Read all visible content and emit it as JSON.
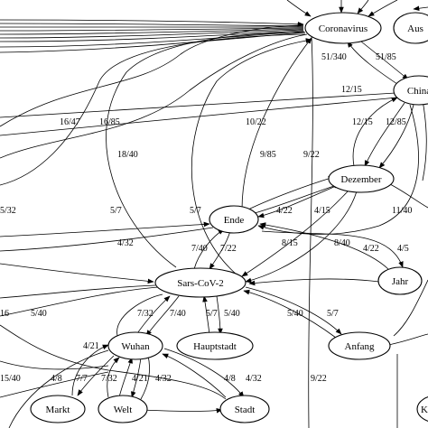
{
  "diagram": {
    "type": "directed-graph",
    "nodes": {
      "coronavirus": "Coronavirus",
      "aus": "Aus",
      "china": "China",
      "dezember": "Dezember",
      "ende": "Ende",
      "sars": "Sars-CoV-2",
      "jahr": "Jahr",
      "wuhan": "Wuhan",
      "hauptstadt": "Hauptstadt",
      "anfang": "Anfang",
      "markt": "Markt",
      "welt": "Welt",
      "stadt": "Stadt",
      "k_partial": "K"
    },
    "edge_labels": {
      "china_coronavirus": "51/340",
      "coronavirus_china": "51/85",
      "dezember_china": "12/15",
      "china_dezember_a": "12/15",
      "china_dezember_b": "12/85",
      "left_16_47": "16/47",
      "left_16_85": "16/85",
      "ende_coronavirus": "10/22",
      "left_18_40": "18/40",
      "ende_dezember_a": "9/85",
      "ende_dezember_b": "9/22",
      "left_5_32": "5/32",
      "china_ende": "11/40",
      "sars_coronavirus": "5/7",
      "ende_china": "5/7",
      "ende_dezember_c": "4/22",
      "dezember_ende": "4/15",
      "left_4_32": "4/32",
      "dezember_sars_a": "8/15",
      "dezember_sars_b": "8/40",
      "sars_ende_a": "7/40",
      "sars_ende_b": "7/22",
      "jahr_ende": "4/22",
      "ende_jahr": "4/5",
      "left_16": "16",
      "left_5_40": "5/40",
      "wuhan_sars": "7/32",
      "sars_wuhan": "7/40",
      "hauptstadt_sars_a": "5/7",
      "hauptstadt_sars_b": "5/40",
      "anfang_sars_a": "5/40",
      "anfang_sars_b": "5/7",
      "markt_wuhan": "4/21",
      "left_15_40": "15/40",
      "wuhan_markt": "4/8",
      "welt_wuhan_a": "7/7",
      "welt_wuhan_b": "7/32",
      "wuhan_welt_a": "4/21",
      "wuhan_welt_b": "4/32",
      "stadt_wuhan_a": "4/8",
      "stadt_wuhan_b": "4/32",
      "stadt_right": "9/22"
    },
    "arrow_color": "#000000",
    "node_fill": "#ffffff"
  }
}
